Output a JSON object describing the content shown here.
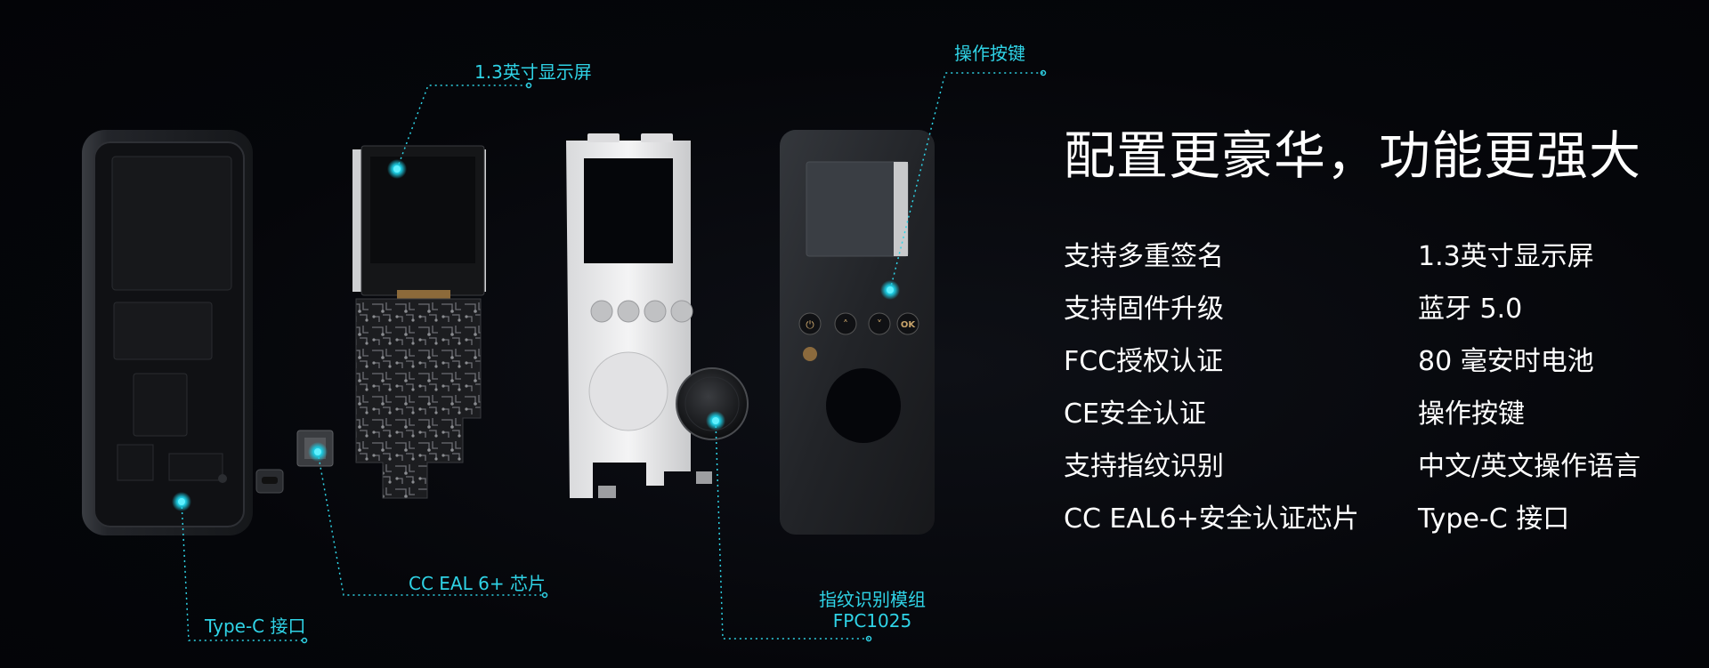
{
  "headline": "配置更豪华，功能更强大",
  "features": {
    "left": [
      "支持多重签名",
      "支持固件升级",
      "FCC授权认证",
      "CE安全认证",
      "支持指纹识别",
      "CC EAL6+安全认证芯片"
    ],
    "right": [
      "1.3英寸显示屏",
      "蓝牙 5.0",
      "80 毫安时电池",
      "操作按键",
      "中文/英文操作语言",
      "Type-C 接口"
    ]
  },
  "callouts": {
    "display": "1.3英寸显示屏",
    "buttons": "操作按键",
    "chip": "CC EAL 6+ 芯片",
    "typec": "Type-C 接口",
    "fingerprint_line1": "指纹识别模组",
    "fingerprint_line2": "FPC1025"
  },
  "colors": {
    "background": "#05060a",
    "accent_cyan": "#2fd3e6",
    "text": "#ffffff"
  }
}
